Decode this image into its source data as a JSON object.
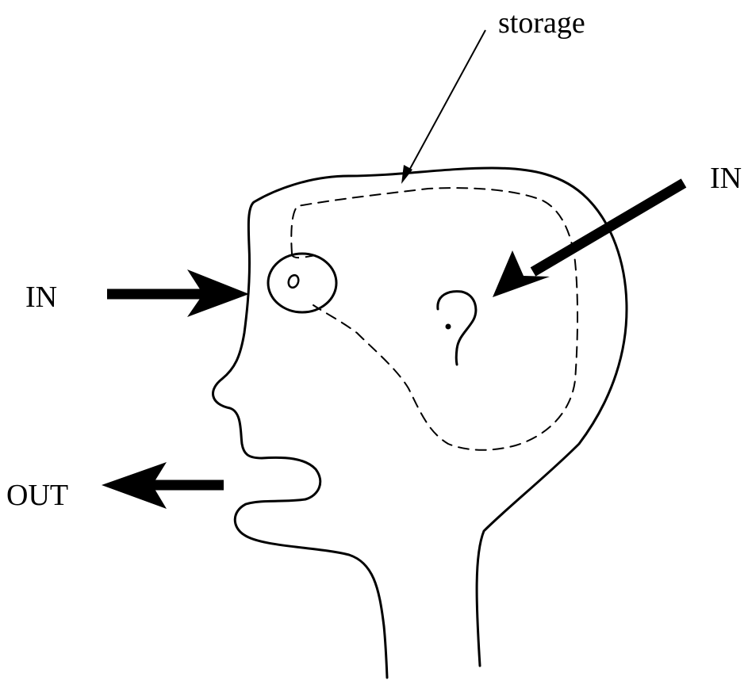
{
  "labels": {
    "storage": "storage",
    "in_top": "IN",
    "in_left": "IN",
    "out": "OUT"
  },
  "colors": {
    "ink": "#000000",
    "background": "#ffffff"
  }
}
